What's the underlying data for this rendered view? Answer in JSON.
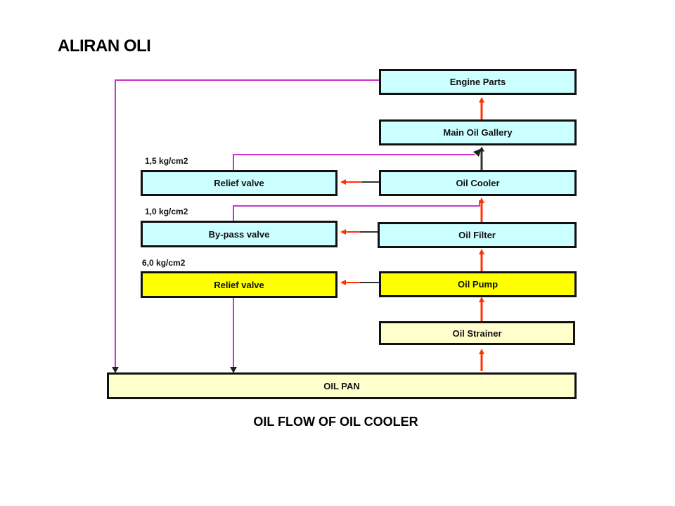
{
  "title": "ALIRAN OLI",
  "caption": "OIL FLOW OF OIL COOLER",
  "boxes": {
    "engine_parts": "Engine Parts",
    "main_oil_gallery": "Main Oil Gallery",
    "oil_cooler": "Oil Cooler",
    "oil_filter": "Oil Filter",
    "oil_pump": "Oil Pump",
    "oil_strainer": "Oil Strainer",
    "oil_pan": "OIL PAN",
    "relief_valve_cooler": "Relief valve",
    "bypass_valve": "By-pass valve",
    "relief_valve_pump": "Relief valve"
  },
  "pressures": {
    "relief_valve_cooler": "1,5 kg/cm2",
    "bypass_valve": "1,0 kg/cm2",
    "relief_valve_pump": "6,0 kg/cm2"
  },
  "colors": {
    "cyan_box": "#ccffff",
    "yellow_box": "#ffff00",
    "cream_box": "#ffffcc",
    "flow_arrow": "#ff3300",
    "return_line": "#cc33cc"
  }
}
